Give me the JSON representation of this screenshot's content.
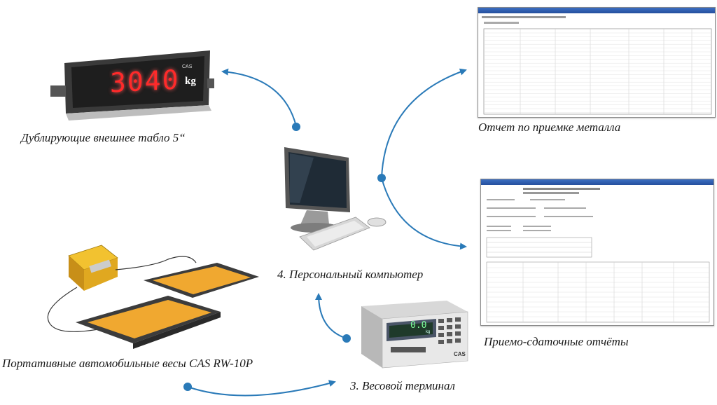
{
  "captions": {
    "display": "Дублирующие внешнее табло 5“",
    "report_metal": "Отчет по приемке металла",
    "pc": "4. Персональный компьютер",
    "acceptance_reports": "Приемо-сдаточные отчёты",
    "scales": "Портативные автомобильные весы CAS RW-10P",
    "terminal": "3. Весовой терминал"
  },
  "display": {
    "value": "3040",
    "unit": "kg",
    "brand": "CAS"
  },
  "terminal": {
    "brand": "CAS",
    "reading": "0.0",
    "unit": "kg"
  },
  "colors": {
    "arrow": "#2a7ab8",
    "led": "#ff2a2a",
    "pad": "#f0a830"
  }
}
